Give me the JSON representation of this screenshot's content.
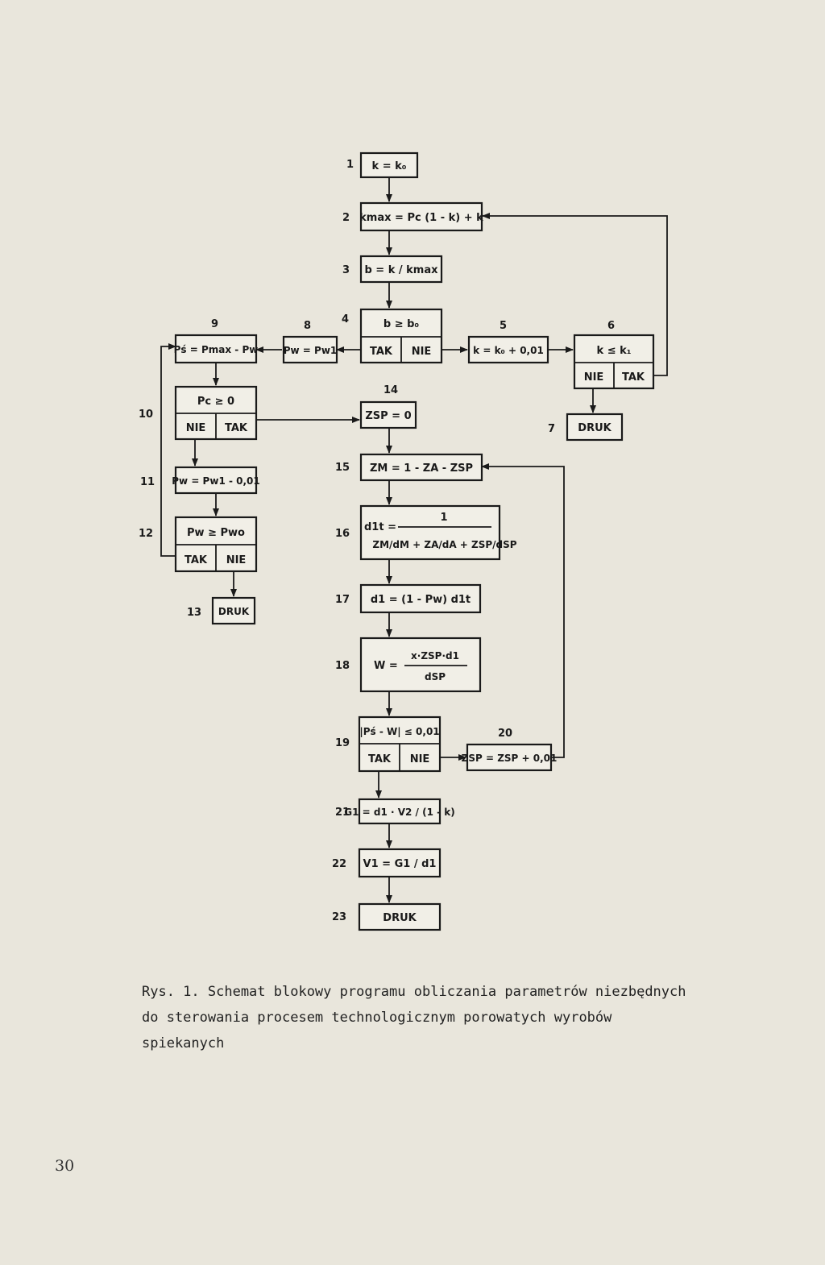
{
  "blocks": {
    "b1": {
      "num": "1",
      "text": "k = k₀"
    },
    "b2": {
      "num": "2",
      "text": "kmax = Pc (1 - k) + k"
    },
    "b3": {
      "num": "3",
      "text": "b = k / kmax"
    },
    "b4": {
      "num": "4",
      "cond": "b ≥ b₀",
      "yes": "TAK",
      "no": "NIE"
    },
    "b5": {
      "num": "5",
      "text": "k = k₀ + 0,01"
    },
    "b6": {
      "num": "6",
      "cond": "k ≤ k₁",
      "no": "NIE",
      "yes": "TAK"
    },
    "b7": {
      "num": "7",
      "text": "DRUK"
    },
    "b8": {
      "num": "8",
      "text": "Pw = Pw1"
    },
    "b9": {
      "num": "9",
      "text": "Pś = Pmax - Pw"
    },
    "b10": {
      "num": "10",
      "cond": "Pc ≥ 0",
      "no": "NIE",
      "yes": "TAK"
    },
    "b11": {
      "num": "11",
      "text": "Pw = Pw1 - 0,01"
    },
    "b12": {
      "num": "12",
      "cond": "Pw ≥ Pwo",
      "yes": "TAK",
      "no": "NIE"
    },
    "b13": {
      "num": "13",
      "text": "DRUK"
    },
    "b14": {
      "num": "14",
      "text": "ZSP = 0"
    },
    "b15": {
      "num": "15",
      "text": "ZM = 1 - ZA - ZSP"
    },
    "b16": {
      "num": "16",
      "lhs": "d1t =",
      "numer": "1",
      "denom": "ZM/dM + ZA/dA + ZSP/dSP"
    },
    "b17": {
      "num": "17",
      "text": "d1 = (1 - Pw) d1t"
    },
    "b18": {
      "num": "18",
      "lhs": "W =",
      "numer": "x·ZSP·d1",
      "denom": "dSP"
    },
    "b19": {
      "num": "19",
      "cond": "|Pś - W| ≤ 0,01",
      "yes": "TAK",
      "no": "NIE"
    },
    "b20": {
      "num": "20",
      "text": "ZSP = ZSP + 0,01"
    },
    "b21": {
      "num": "21",
      "text": "G1 = d1 · V2 / (1 - k)"
    },
    "b22": {
      "num": "22",
      "text": "V1 = G1 / d1"
    },
    "b23": {
      "num": "23",
      "text": "DRUK"
    }
  },
  "caption": "Rys. 1. Schemat blokowy programu obliczania parametrów niezbędnych do sterowania procesem technologicznym porowatych wyrobów spiekanych",
  "page_number": "30"
}
